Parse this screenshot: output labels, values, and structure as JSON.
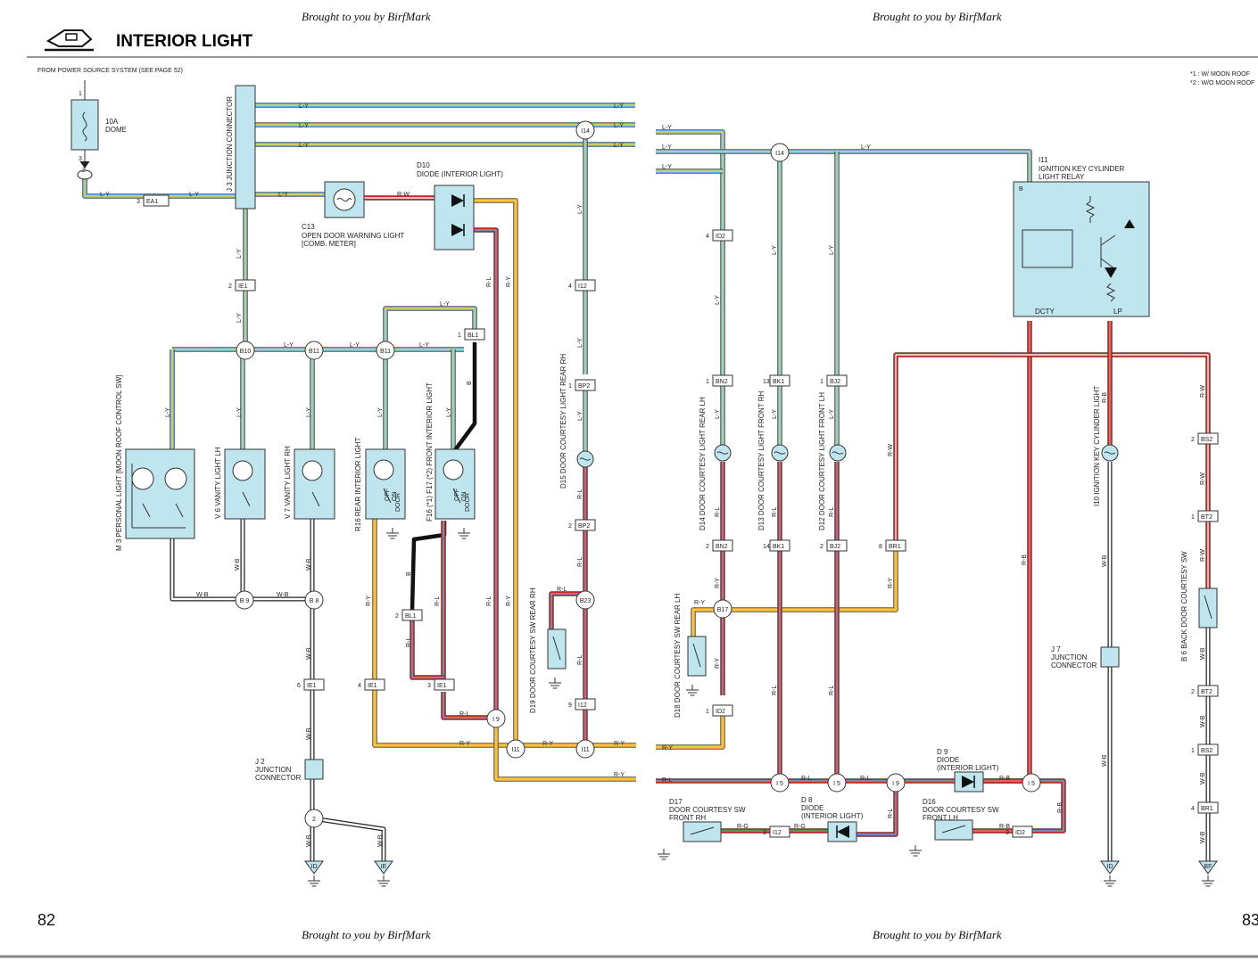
{
  "header": {
    "brand_left": "Brought to you by BirfMark",
    "brand_right": "Brought to you by BirfMark",
    "title": "INTERIOR LIGHT"
  },
  "footer": {
    "brand_left": "Brought to you by BirfMark",
    "brand_right": "Brought to you by BirfMark",
    "page_left": "82",
    "page_right": "83"
  },
  "notes": {
    "source": "FROM POWER SOURCE SYSTEM (SEE PAGE 52)",
    "note1": "*1 : W/ MOON ROOF",
    "note2": "*2 : W/O MOON ROOF"
  },
  "labels": {
    "fuse_amp": "10A",
    "fuse_name": "DOME",
    "j3_name": "J 3 JUNCTION CONNECTOR",
    "c13_id": "C13",
    "c13_name": "OPEN DOOR WARNING LIGHT",
    "c13_sub": "[COMB. METER]",
    "d10_id": "D10",
    "d10_name": "DIODE (INTERIOR LIGHT)",
    "i11_id": "I11",
    "i11_name": "IGNITION KEY CYLINDER",
    "i11_sub": "LIGHT RELAY",
    "dcty": "DCTY",
    "lp": "LP",
    "m3": "M 3 PERSONAL LIGHT [MOON ROOF CONTROL SW]",
    "v6": "V 6 VANITY LIGHT LH",
    "v7": "V 7 VANITY LIGHT RH",
    "r16": "R16 REAR INTERIOR LIGHT",
    "f16": "F16 (*1) F17 (*2) FRONT INTERIOR LIGHT",
    "d15": "D15 DOOR COURTESY LIGHT REAR RH",
    "d19": "D19 DOOR COURTESY SW REAR RH",
    "d14": "D14 DOOR COURTESY LIGHT REAR LH",
    "d13": "D13 DOOR COURTESY LIGHT FRONT RH",
    "d12": "D12 DOOR COURTESY LIGHT FRONT LH",
    "d18": "D18 DOOR COURTESY SW REAR LH",
    "i10": "I10 IGNITION KEY CYLINDER LIGHT",
    "j7_id": "J 7",
    "j7_name": "JUNCTION",
    "j7_sub": "CONNECTOR",
    "b6": "B 6 BACK DOOR COURTESY SW",
    "j2_id": "J 2",
    "j2_name": "JUNCTION",
    "j2_sub": "CONNECTOR",
    "d9_id": "D 9",
    "d9_name": "DIODE",
    "d9_sub": "(INTERIOR LIGHT)",
    "d8_id": "D 8",
    "d8_name": "DIODE",
    "d8_sub": "(INTERIOR LIGHT)",
    "d17_id": "D17",
    "d17_name": "DOOR COURTESY SW",
    "d17_sub": "FRONT RH",
    "d16_id": "D16",
    "d16_name": "DOOR COURTESY SW",
    "d16_sub": "FRONT LH",
    "door": "DOOR",
    "off": "OFF",
    "on": "ON"
  },
  "connectors": {
    "EA1": "EA1",
    "IE1": "IE1",
    "BL1": "BL1",
    "I12": "I12",
    "BP2": "BP2",
    "ID2": "ID2",
    "BN2": "BN2",
    "BK1": "BK1",
    "BJ2": "BJ2",
    "BR1": "BR1",
    "BS2": "BS2",
    "BT2": "BT2"
  },
  "junctions": {
    "B10": "B10",
    "B11": "B11",
    "B9": "B 9",
    "B8": "B 8",
    "I14": "I14",
    "B23": "B23",
    "B17": "B17",
    "I9": "I 9",
    "I11": "I11",
    "I5": "I 5",
    "I2": "2",
    "ID": "ID",
    "IE": "IE",
    "IDg": "ID",
    "BF": "BF"
  },
  "wire_colors": {
    "LY": "L-Y",
    "RW": "R-W",
    "RL": "R-L",
    "RY": "R-Y",
    "WB": "W-B",
    "B": "B",
    "RB": "R-B",
    "RG": "R-G"
  },
  "palette": {
    "blue": "#5fa9e6",
    "yellow": "#e9dd3c",
    "green": "#49b85c",
    "red": "#d3231b",
    "orange": "#e69a3a",
    "white": "#f4f4f4",
    "black": "#111111",
    "pink": "#e07f7f",
    "box_fill": "#bfe6ee"
  }
}
